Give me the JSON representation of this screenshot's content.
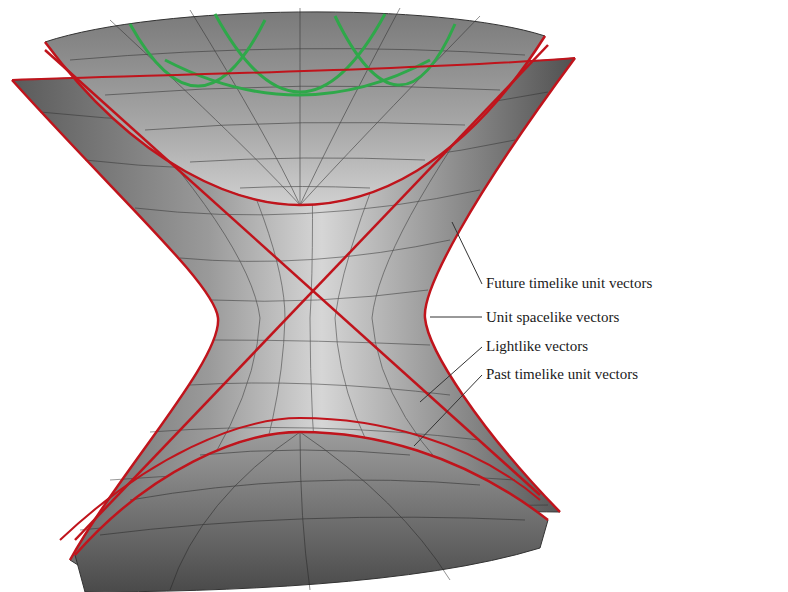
{
  "diagram": {
    "labels": [
      "Future timelike unit vectors",
      "Unit spacelike vectors",
      "Lightlike vectors",
      "Past timelike unit vectors"
    ]
  }
}
